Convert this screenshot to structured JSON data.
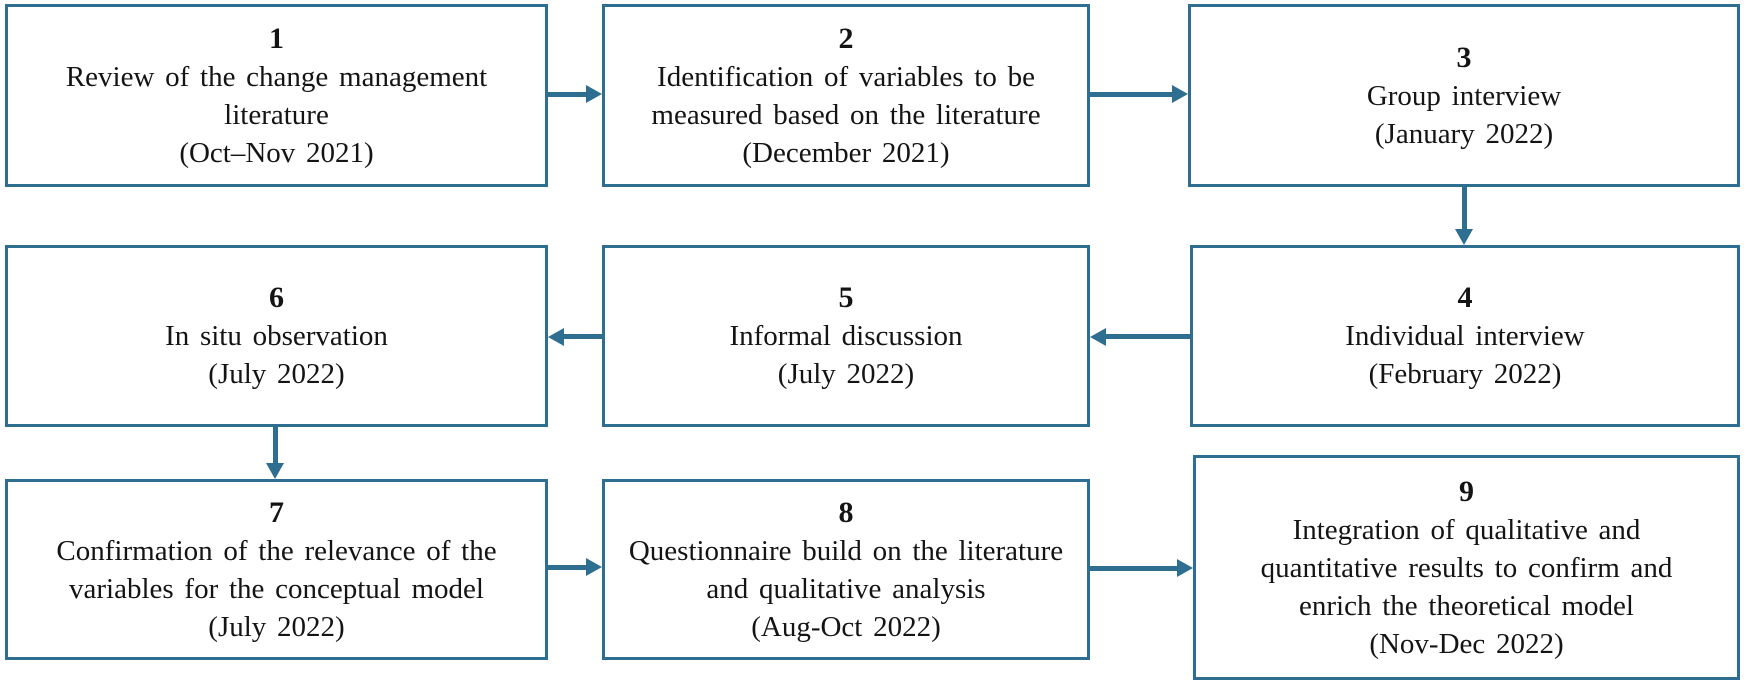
{
  "flowchart": {
    "description": "Nine-step research process flowchart",
    "colors": {
      "box_border": "#2d6e91",
      "arrow": "#2d6e91",
      "background": "#ffffff",
      "text": "#141414"
    },
    "boxes": [
      {
        "number": "1",
        "lines": [
          "Review of the change management",
          "literature",
          "(Oct–Nov 2021)"
        ]
      },
      {
        "number": "2",
        "lines": [
          "Identification of variables to be",
          "measured based on the literature",
          "(December 2021)"
        ]
      },
      {
        "number": "3",
        "lines": [
          "Group interview",
          "(January 2022)"
        ]
      },
      {
        "number": "4",
        "lines": [
          "Individual interview",
          "(February 2022)"
        ]
      },
      {
        "number": "5",
        "lines": [
          "Informal discussion",
          "(July 2022)"
        ]
      },
      {
        "number": "6",
        "lines": [
          "In situ observation",
          "(July 2022)"
        ]
      },
      {
        "number": "7",
        "lines": [
          "Confirmation of the relevance of the",
          "variables for the conceptual model",
          "(July 2022)"
        ]
      },
      {
        "number": "8",
        "lines": [
          "Questionnaire build on the literature",
          "and qualitative analysis",
          "(Aug-Oct 2022)"
        ]
      },
      {
        "number": "9",
        "lines": [
          "Integration of qualitative and",
          "quantitative results to confirm and",
          "enrich the theoretical model",
          "(Nov-Dec 2022)"
        ]
      }
    ],
    "arrows": [
      {
        "from": "1",
        "to": "2",
        "direction": "right"
      },
      {
        "from": "2",
        "to": "3",
        "direction": "right"
      },
      {
        "from": "3",
        "to": "4",
        "direction": "down"
      },
      {
        "from": "4",
        "to": "5",
        "direction": "left"
      },
      {
        "from": "5",
        "to": "6",
        "direction": "left"
      },
      {
        "from": "6",
        "to": "7",
        "direction": "down"
      },
      {
        "from": "7",
        "to": "8",
        "direction": "right"
      },
      {
        "from": "8",
        "to": "9",
        "direction": "right"
      }
    ]
  }
}
